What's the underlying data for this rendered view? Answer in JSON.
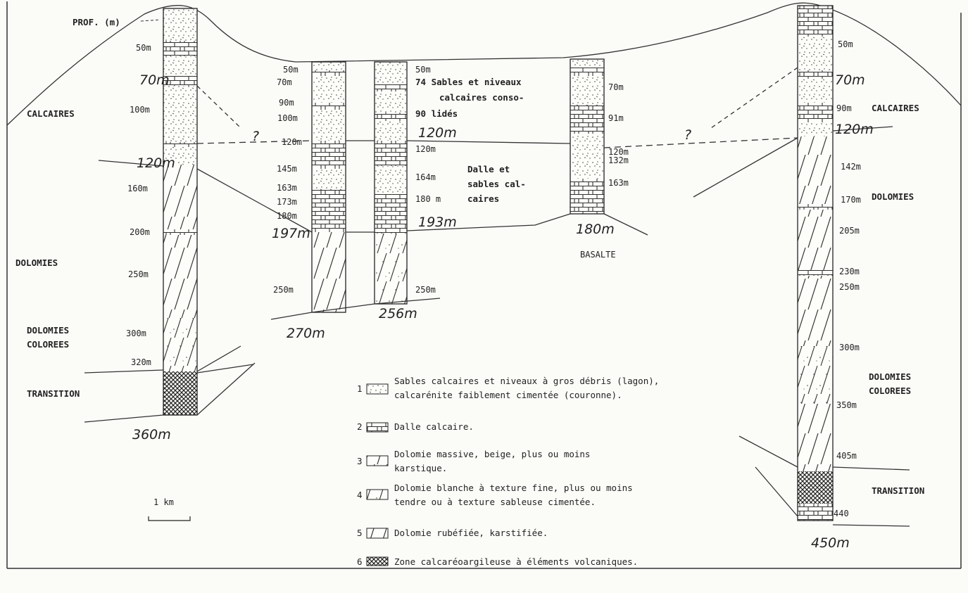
{
  "header": {
    "depth_label": "PROF. (m)"
  },
  "question_mark": "?",
  "labels": {
    "calcaires_left": "CALCAIRES",
    "calcaires_right": "CALCAIRES",
    "dolomies_left": "DOLOMIES",
    "dolomies_right": "DOLOMIES",
    "dolomies_colorees_left_1": "DOLOMIES",
    "dolomies_colorees_left_2": "COLOREES",
    "dolomies_colorees_right_1": "DOLOMIES",
    "dolomies_colorees_right_2": "COLOREES",
    "transition_left": "TRANSITION",
    "transition_right": "TRANSITION",
    "basalte": "BASALTE"
  },
  "notes": {
    "sables_1": "74 Sables et niveaux",
    "sables_2": "calcaires conso-",
    "sables_3": "90 lidés",
    "dalle_1": "Dalle et",
    "dalle_2": "sables cal-",
    "dalle_3": "caires"
  },
  "col1": {
    "d50": "50m",
    "d70": "70m",
    "d100": "100m",
    "d120": "120m",
    "d160": "160m",
    "d200": "200m",
    "d250": "250m",
    "d300": "300m",
    "d320": "320m",
    "d360": "360m"
  },
  "col2": {
    "d50": "50m",
    "d70": "70m",
    "d90": "90m",
    "d100": "100m",
    "d120": "120m",
    "d145": "145m",
    "d163": "163m",
    "d173": "173m",
    "d180": "180m",
    "d197": "197m",
    "d250": "250m",
    "d270": "270m"
  },
  "col3": {
    "d50": "50m",
    "d120a": "120m",
    "d120b": "120m",
    "d164": "164m",
    "d180": "180 m",
    "d193": "193m",
    "d250": "250m",
    "d256": "256m"
  },
  "col4": {
    "d70": "70m",
    "d91": "91m",
    "d120": "120m",
    "d132": "132m",
    "d163": "163m",
    "d180": "180m"
  },
  "col5": {
    "d50": "50m",
    "d70": "70m",
    "d90": "90m",
    "d120": "120m",
    "d142": "142m",
    "d170": "170m",
    "d205": "205m",
    "d230": "230m",
    "d250": "250m",
    "d300": "300m",
    "d350": "350m",
    "d405": "405m",
    "d440": "440",
    "d450": "450m"
  },
  "legend": [
    {
      "num": "1",
      "line1": "Sables calcaires et niveaux à gros débris (lagon),",
      "line2": "calcarénite faiblement cimentée (couronne)."
    },
    {
      "num": "2",
      "line1": "Dalle calcaire.",
      "line2": ""
    },
    {
      "num": "3",
      "line1": "Dolomie massive, beige, plus ou moins",
      "line2": "karstique."
    },
    {
      "num": "4",
      "line1": "Dolomie blanche à texture fine, plus ou moins",
      "line2": "tendre ou à texture sableuse cimentée."
    },
    {
      "num": "5",
      "line1": "Dolomie rubéfiée, karstifiée.",
      "line2": ""
    },
    {
      "num": "6",
      "line1": "Zone calcaréoargileuse à éléments volcaniques.",
      "line2": ""
    }
  ],
  "scale": {
    "label": "1 km"
  }
}
